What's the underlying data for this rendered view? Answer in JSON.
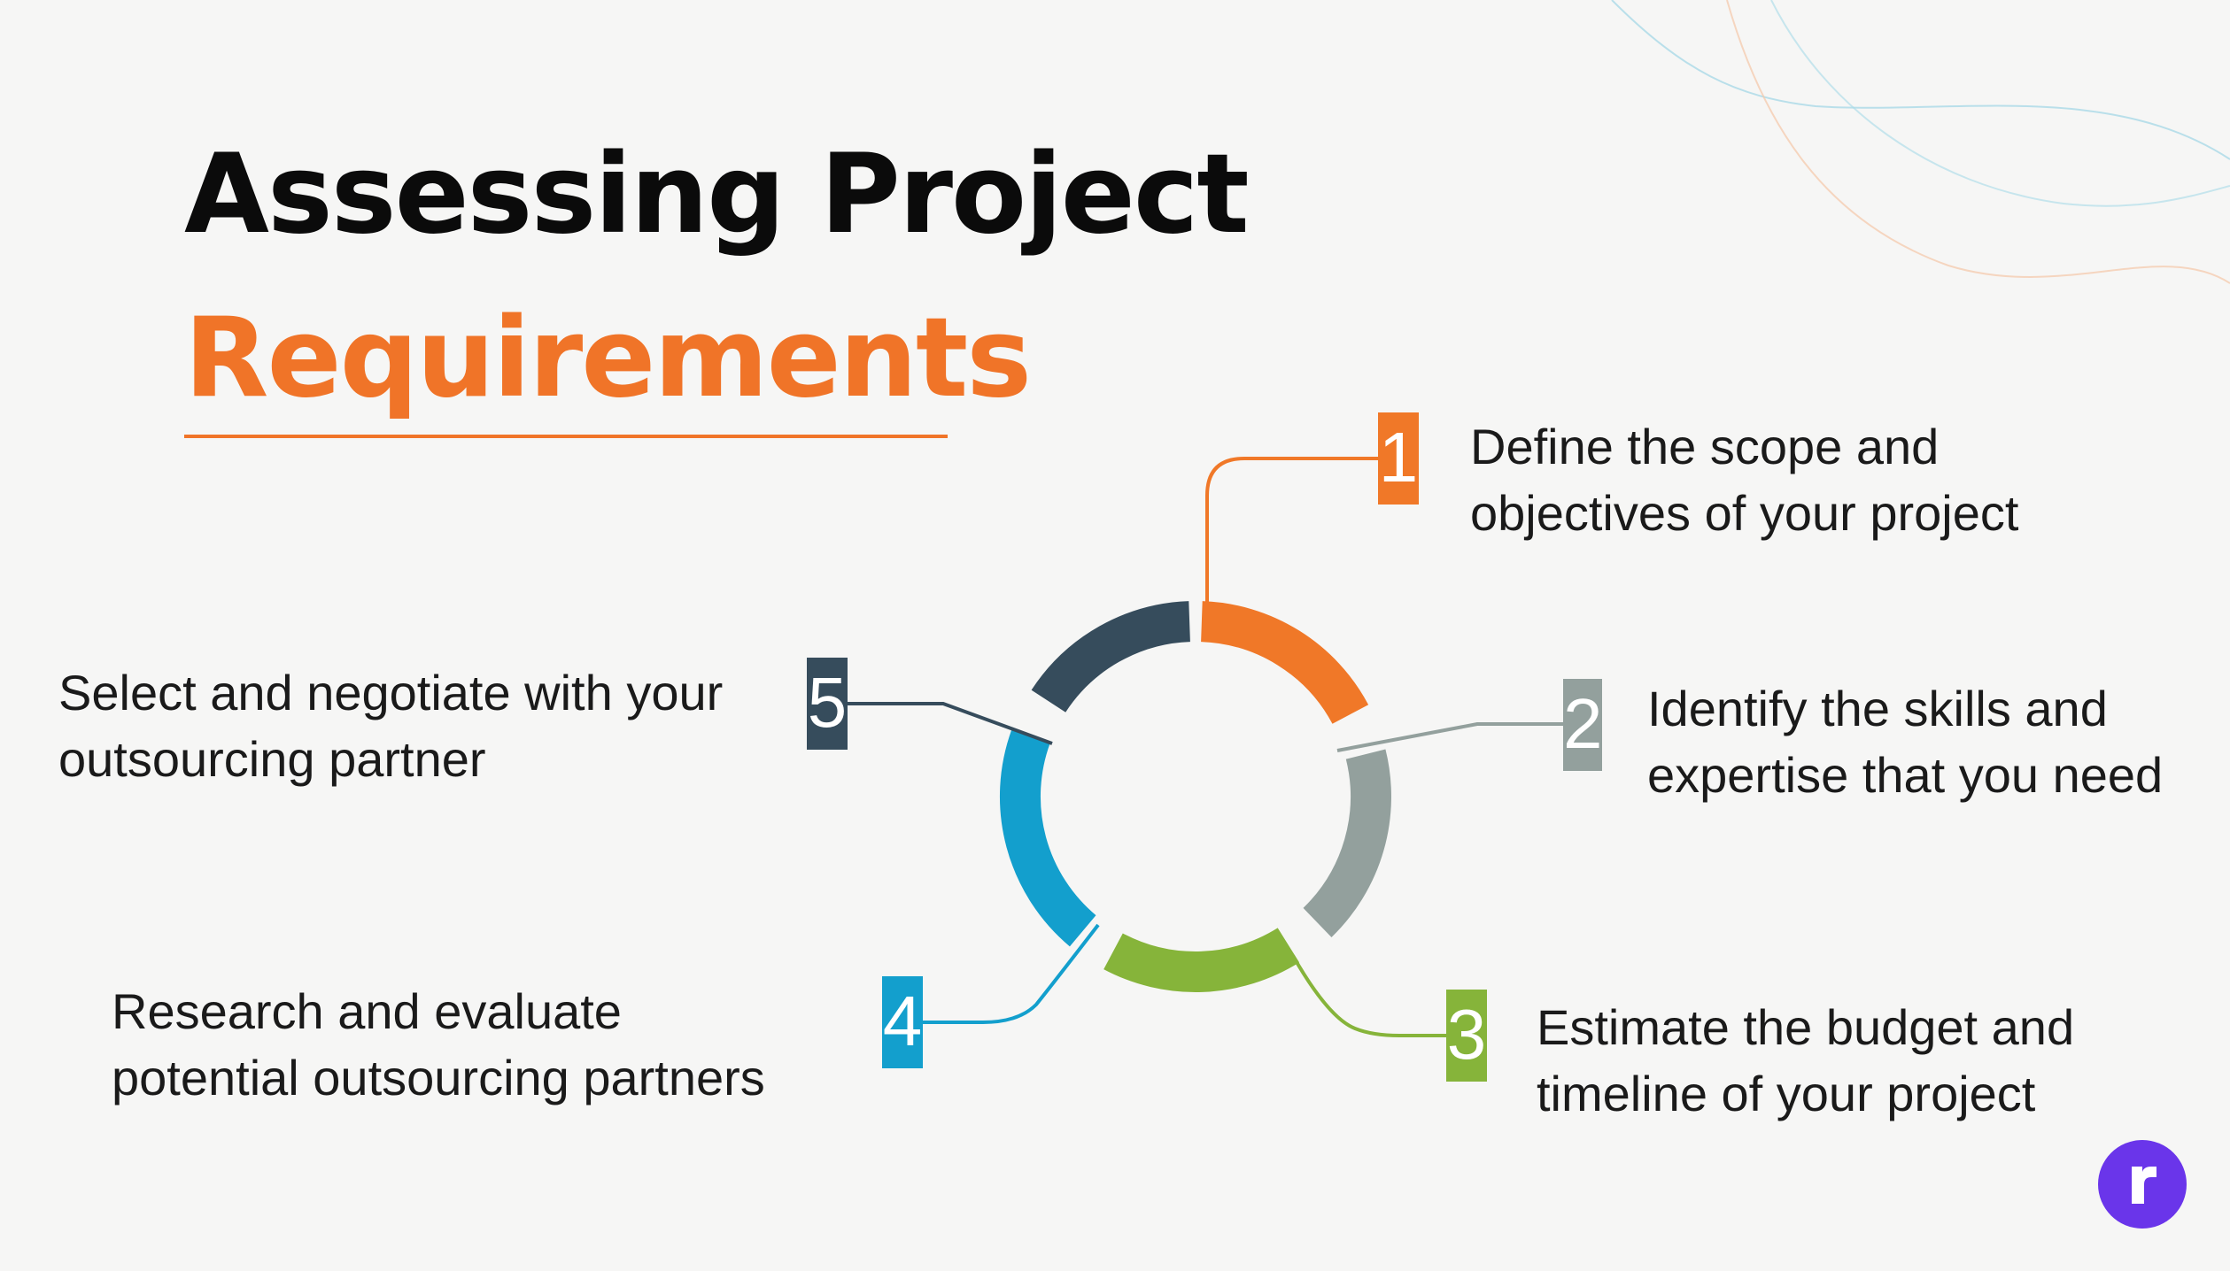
{
  "title": {
    "line1": "Assessing Project",
    "line2": "Requirements"
  },
  "colors": {
    "title_dark": "#0b0b0b",
    "title_accent": "#f07428",
    "text": "#1a1a1a",
    "logo": "#6a35ea"
  },
  "steps": [
    {
      "number": "1",
      "line1": "Define the scope and",
      "line2": "objectives of your project",
      "color": "#f07828"
    },
    {
      "number": "2",
      "line1": "Identify the skills and",
      "line2": "expertise that you need",
      "color": "#93a09d"
    },
    {
      "number": "3",
      "line1": "Estimate the budget and",
      "line2": "timeline of your project",
      "color": "#86b43a"
    },
    {
      "number": "4",
      "line1": "Research and evaluate",
      "line2": "potential outsourcing partners",
      "color": "#139fcd"
    },
    {
      "number": "5",
      "line1": "Select and negotiate with your",
      "line2": "outsourcing partner",
      "color": "#364c5c"
    }
  ],
  "logo": {
    "letter": "r",
    "icon": "brand-logo-icon"
  }
}
